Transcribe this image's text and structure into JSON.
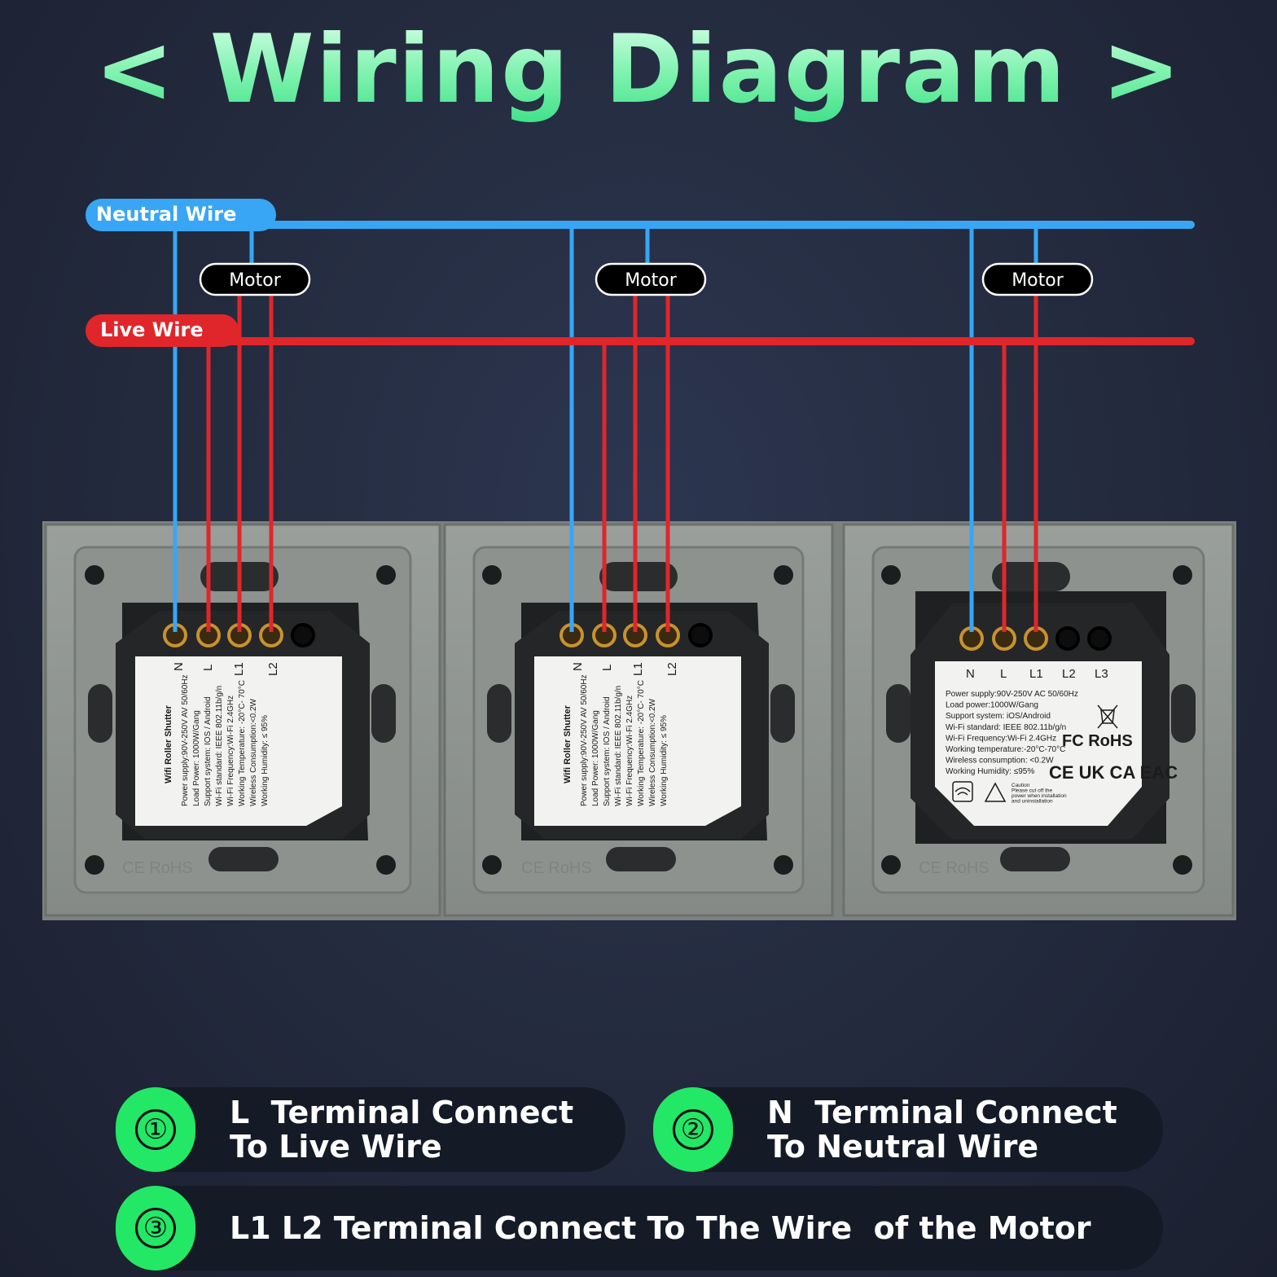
{
  "title": "< Wiring Diagram >",
  "neutral_wire_label": "Neutral Wire",
  "live_wire_label": "Live Wire",
  "motor_label": "Motor",
  "colors": {
    "neutral": "#38a6f5",
    "live": "#e0262b",
    "accent": "#22e865",
    "panel": "#8f9490",
    "module": "#1f2022"
  },
  "modules": [
    {
      "terminals": [
        "N",
        "L",
        "L1",
        "L2"
      ],
      "name": "Wifi Roller Shutter",
      "specs": [
        "Power supply:90V-250V AV 50/60Hz",
        "Load Power: 1000W/Gang",
        "Support system: IOS / Android",
        "Wi-Fi standard: IEEE 802.11b/g/n",
        "Wi-Fi Frequency:Wi-Fi 2.4GHz",
        "Working Temperature: -20°C- 70°C",
        "Wireless Consumption:<0.2W",
        "Working Humidity: ≤ 95%"
      ],
      "panel_mark": "CE RoHS"
    },
    {
      "terminals": [
        "N",
        "L",
        "L1",
        "L2"
      ],
      "name": "Wifi Roller Shutter",
      "specs": [
        "Power supply:90V-250V AV 50/60Hz",
        "Load Power: 1000W/Gang",
        "Support system: IOS / Android",
        "Wi-Fi standard: IEEE 802.11b/g/n",
        "Wi-Fi Frequency:Wi-Fi 2.4GHz",
        "Working Temperature: -20°C- 70°C",
        "Wireless Consumption:<0.2W",
        "Working Humidity: ≤ 95%"
      ],
      "panel_mark": "CE RoHS"
    },
    {
      "terminals": [
        "N",
        "L",
        "L1",
        "L2",
        "L3"
      ],
      "specs": [
        "Power supply:90V-250V  AC  50/60Hz",
        "Load power:1000W/Gang",
        "Support system: iOS/Android",
        "Wi-Fi standard: IEEE 802.11b/g/n",
        "Wi-Fi Frequency:Wi-Fi 2.4GHz",
        "Working temperature:-20°C-70°C",
        "Wireless consumption: <0.2W",
        "Working Humidity:  ≤95%"
      ],
      "caution": [
        "Caution",
        "Please cut off the",
        "power when installation",
        "and uninstallation"
      ],
      "certs": "FC RoHS",
      "marks": "CE UK CA EAC",
      "panel_mark": "CE RoHS"
    }
  ],
  "legend": [
    {
      "num": "①",
      "text": "L  Terminal Connect\nTo Live Wire"
    },
    {
      "num": "②",
      "text": "N  Terminal Connect\nTo Neutral Wire"
    },
    {
      "num": "③",
      "text": "L1 L2 Terminal Connect To The Wire  of the Motor"
    }
  ]
}
